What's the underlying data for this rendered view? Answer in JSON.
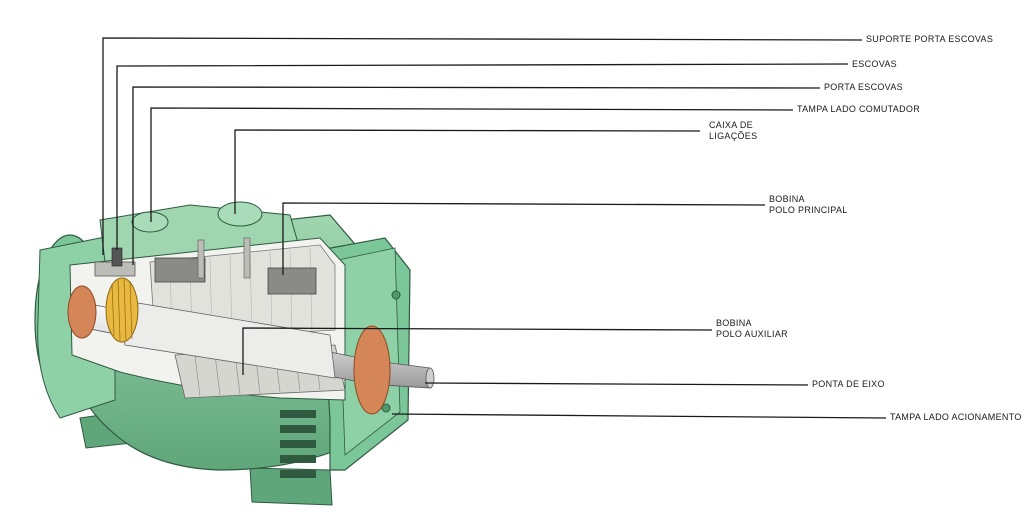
{
  "labels": {
    "suporte_porta_escovas": "SUPORTE PORTA ESCOVAS",
    "escovas": "ESCOVAS",
    "porta_escovas": "PORTA ESCOVAS",
    "tampa_lado_comutador": "TAMPA LADO COMUTADOR",
    "caixa_de_ligacoes": [
      "CAIXA DE",
      "LIGAÇÕES"
    ],
    "bobina_polo_principal": [
      "BOBINA",
      "POLO PRINCIPAL"
    ],
    "bobina_polo_auxiliar": [
      "BOBINA",
      "POLO AUXILIAR"
    ],
    "ponta_de_eixo": "PONTA DE EIXO",
    "tampa_lado_acionamento": "TAMPA LADO ACIONAMENTO"
  },
  "colors": {
    "housing": "#7cc79a",
    "housing_dark": "#4f9a6c",
    "housing_light": "#a9dcb8",
    "shaft": "#e6e6e6",
    "bearing_copper": "#d48659",
    "commutator_gold": "#e8b840",
    "leader_line": "#1a1a1a"
  }
}
